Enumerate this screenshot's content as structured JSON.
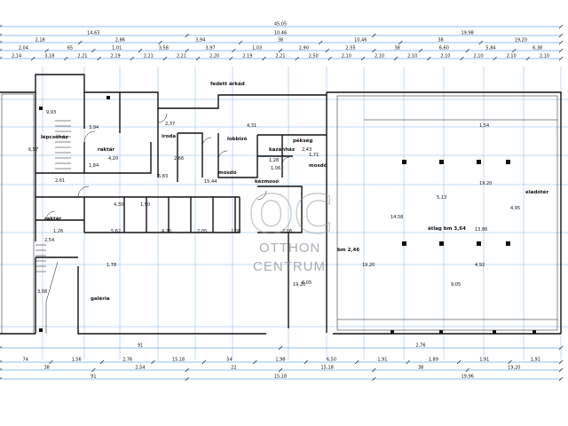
{
  "colors": {
    "wall": "#111111",
    "dimension_line": "#2a7de1",
    "dimension_text": "#111111",
    "room_text": "#111111",
    "watermark": "#9aa0a6",
    "background": "#ffffff"
  },
  "watermark": {
    "logo": "OC",
    "line1": "OTTHON",
    "line2": "CENTRUM"
  },
  "dimensions": {
    "top_rows": [
      {
        "values": [
          "45,05"
        ]
      },
      {
        "values": [
          "14,63",
          "10,46",
          "19,98"
        ]
      },
      {
        "values": [
          "2,18",
          "2,86",
          "3,94",
          "38",
          "10,46",
          "38",
          "19,20"
        ]
      },
      {
        "values": [
          "2,04",
          "65",
          "1,01",
          "3,58",
          "3,97",
          "1,03",
          "2,90",
          "2,55",
          "38",
          "6,60",
          "5,84",
          "6,38"
        ]
      },
      {
        "values": [
          "2,14",
          "3,18",
          "2,21",
          "2,19",
          "2,21",
          "2,21",
          "2,20",
          "2,19",
          "2,21",
          "2,50",
          "2,10",
          "2,10",
          "2,10",
          "2,10",
          "2,10",
          "2,10",
          "2,10"
        ]
      }
    ],
    "bottom_rows": [
      {
        "values": [
          "91",
          "2,76"
        ]
      },
      {
        "values": [
          "74",
          "1,56",
          "2,76",
          "15,18",
          "54",
          "1,98",
          "6,50",
          "1,91",
          "1,89",
          "1,91",
          "1,91"
        ]
      },
      {
        "values": [
          "38",
          "2,54",
          "22",
          "15,18",
          "38",
          "19,20"
        ]
      },
      {
        "values": [
          "91",
          "15,18",
          "19,96"
        ]
      }
    ],
    "interior": [
      "9,93",
      "3,94",
      "4,20",
      "1,84",
      "2,61",
      "6,57",
      "2,37",
      "2,66",
      "5,83",
      "15,44",
      "4,31",
      "1,28",
      "1,06",
      "2,43",
      "1,71",
      "1,54",
      "19,20",
      "4,92",
      "9,05",
      "5,13",
      "4,95",
      "14,58",
      "13,86",
      "19,20",
      "6,05",
      "5,62",
      "4,20",
      "2,05",
      "2,08",
      "2,06",
      "4,30",
      "1,50",
      "1,26",
      "2,54",
      "3,08",
      "1,78",
      "19,20"
    ]
  },
  "rooms": [
    {
      "label": "fedett árkád"
    },
    {
      "label": "lépcsőház"
    },
    {
      "label": "raktár"
    },
    {
      "label": "iroda"
    },
    {
      "label": "lobbizó"
    },
    {
      "label": "pékség"
    },
    {
      "label": "kazánház"
    },
    {
      "label": "mosdó"
    },
    {
      "label": "mosdó"
    },
    {
      "label": "kézmosó"
    },
    {
      "label": "raktár"
    },
    {
      "label": "eladótér"
    },
    {
      "label": "átlag bm 3,64"
    },
    {
      "label": "bm 2,46"
    },
    {
      "label": "galéria"
    }
  ]
}
